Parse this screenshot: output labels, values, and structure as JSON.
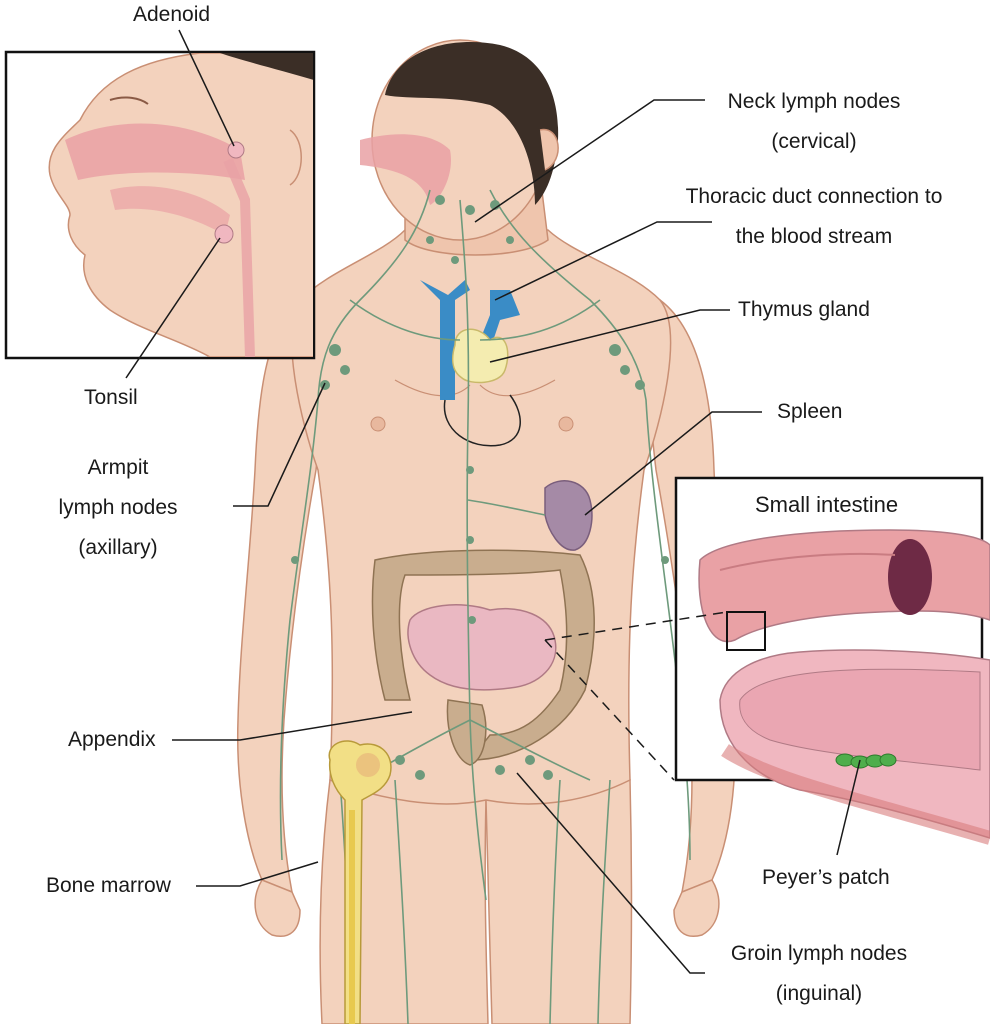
{
  "labels": {
    "adenoid": "Adenoid",
    "tonsil": "Tonsil",
    "neck_1": "Neck lymph nodes",
    "neck_2": "(cervical)",
    "thoracic_1": "Thoracic duct connection to",
    "thoracic_2": "the blood stream",
    "thymus": "Thymus gland",
    "spleen": "Spleen",
    "armpit_1": "Armpit",
    "armpit_2": "lymph nodes",
    "armpit_3": "(axillary)",
    "small_intestine": "Small intestine",
    "appendix": "Appendix",
    "bone_marrow": "Bone marrow",
    "peyers_patch": "Peyer’s patch",
    "groin_1": "Groin lymph nodes",
    "groin_2": "(inguinal)"
  },
  "colors": {
    "skin": "#f3d2bd",
    "skin_shadow": "#e8b89e",
    "hair": "#3b2e26",
    "lymph": "#6e9a7c",
    "vein": "#3a8cc6",
    "thymus": "#f4ecb0",
    "spleen": "#a58aa6",
    "colon": "#c9ad8e",
    "small_intestine": "#eab8c2",
    "bone": "#f2df86",
    "mucosa": "#e9a1a5",
    "peyers_patch": "#4fae4c",
    "leader_line": "#1a1a1a"
  }
}
